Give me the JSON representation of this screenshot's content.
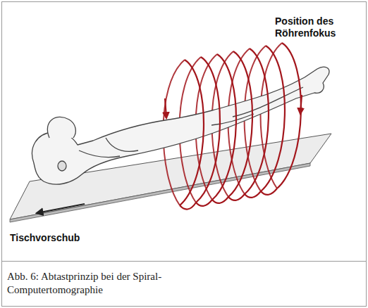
{
  "diagram": {
    "caption": "Abb. 6: Abtastprinzip bei der Spiral-Computertomographie",
    "labels": [
      "Position des Röhrenfokus",
      "Tischvorschub"
    ]
  }
}
